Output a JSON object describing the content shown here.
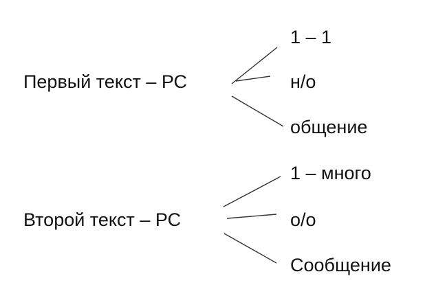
{
  "groups": [
    {
      "root": "Первый текст – РС",
      "branches": [
        "1 – 1",
        "н/о",
        "общение"
      ]
    },
    {
      "root": "Второй текст – РС",
      "branches": [
        "1 – много",
        "о/о",
        "Сообщение"
      ]
    }
  ]
}
